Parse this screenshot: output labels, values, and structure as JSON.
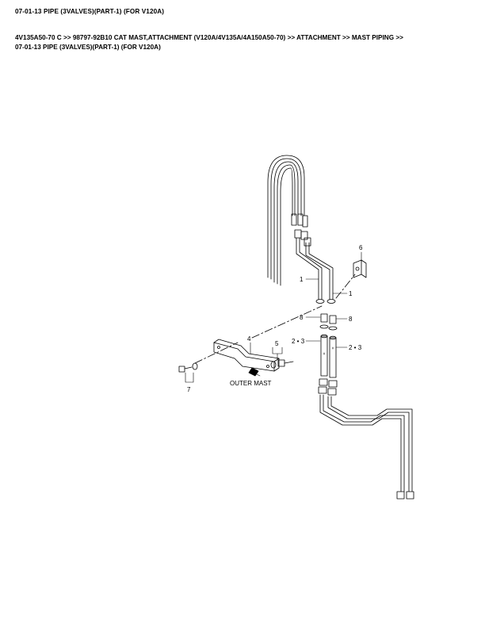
{
  "header": {
    "title": "07-01-13 PIPE (3VALVES)(PART-1) (FOR V120A)",
    "breadcrumb_line1": "4V135A50-70 C >> 98797-92B10 CAT MAST,ATTACHMENT (V120A/4V135A/4A150A50-70) >> ATTACHMENT >> MAST PIPING >>",
    "breadcrumb_line2": "07-01-13 PIPE (3VALVES)(PART-1) (FOR V120A)"
  },
  "diagram": {
    "callouts": {
      "c1_left": "1",
      "c1_right": "1",
      "c4": "4",
      "c5": "5",
      "c6": "6",
      "c7": "7",
      "c8_left": "8",
      "c8_right": "8",
      "c23_left": "2 • 3",
      "c23_right": "2 • 3"
    },
    "outer_mast_label": "OUTER MAST"
  }
}
